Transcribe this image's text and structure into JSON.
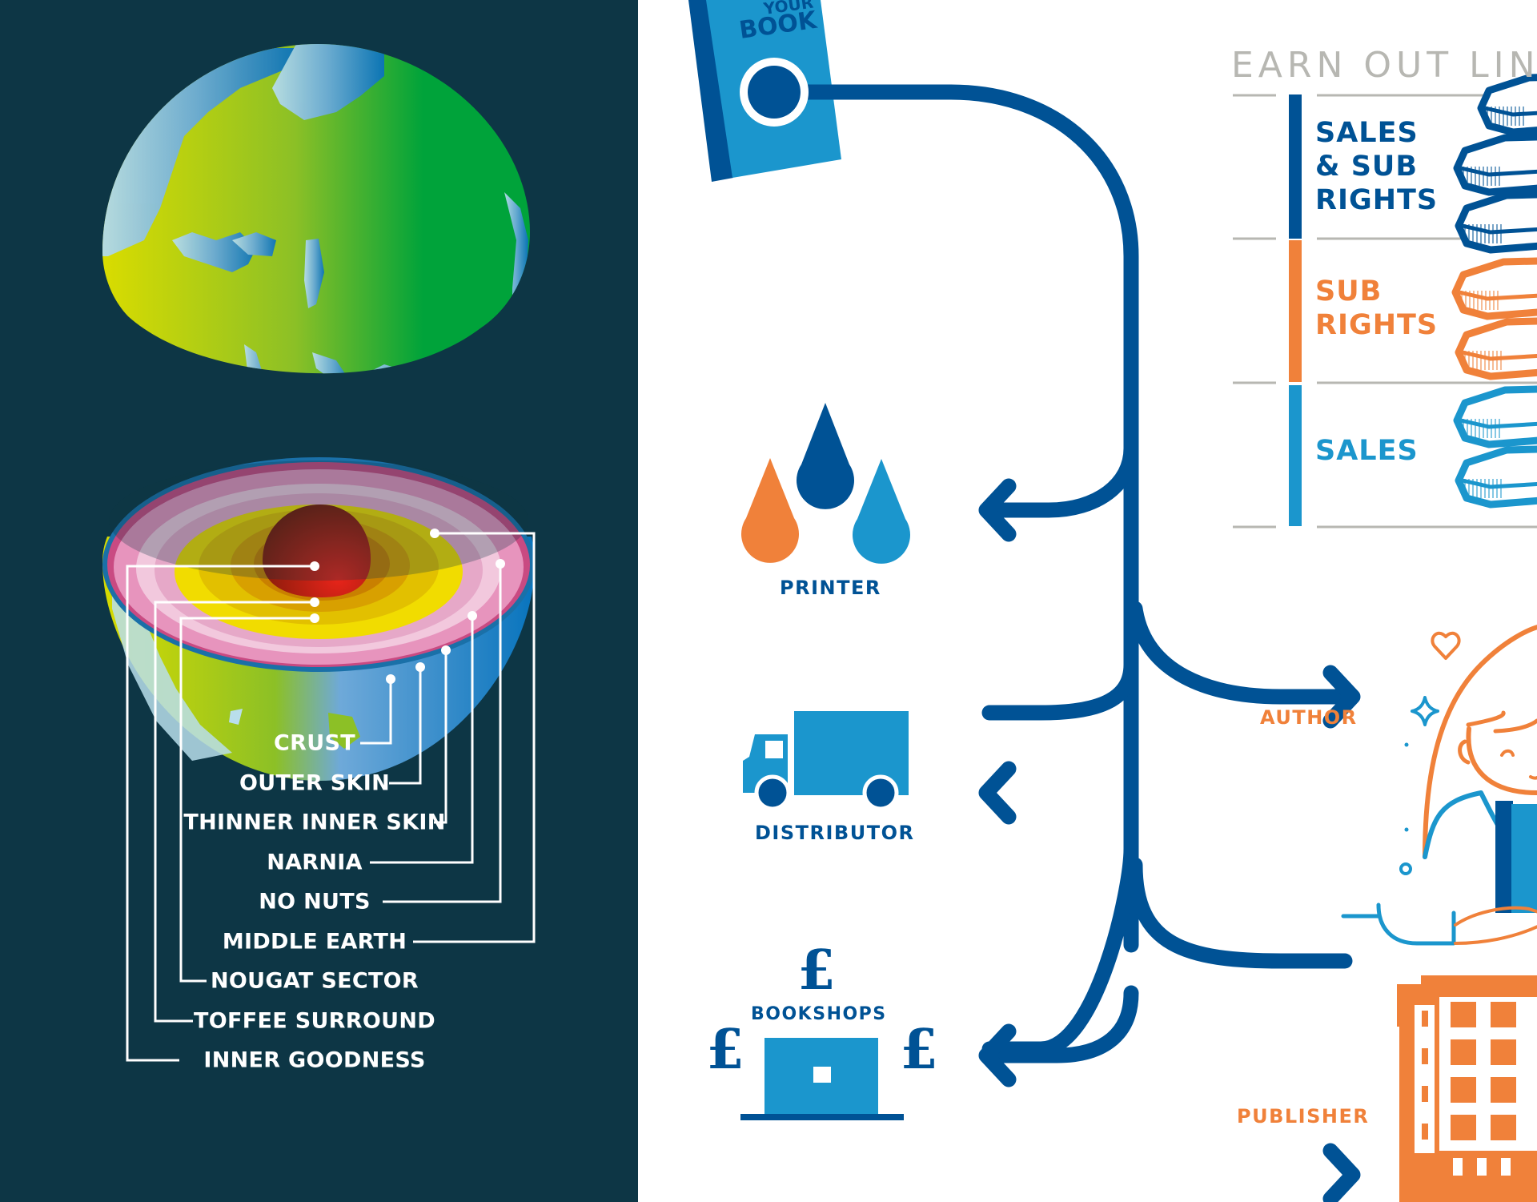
{
  "colors": {
    "panel_bg": "#0d3645",
    "navy": "#005295",
    "sky": "#1b96cd",
    "orange": "#f0813a",
    "grey": "#b7b7b2",
    "white": "#ffffff"
  },
  "earth_diagram": {
    "layers": [
      {
        "label": "CRUST",
        "icon": "crust-layer"
      },
      {
        "label": "OUTER SKIN",
        "icon": "outer-skin-layer"
      },
      {
        "label": "THINNER INNER SKIN",
        "icon": "thinner-inner-skin-layer"
      },
      {
        "label": "NARNIA",
        "icon": "narnia-layer"
      },
      {
        "label": "NO NUTS",
        "icon": "no-nuts-layer"
      },
      {
        "label": "MIDDLE EARTH",
        "icon": "middle-earth-layer"
      },
      {
        "label": "NOUGAT SECTOR",
        "icon": "nougat-sector-layer"
      },
      {
        "label": "TOFFEE SURROUND",
        "icon": "toffee-surround-layer"
      },
      {
        "label": "INNER GOODNESS",
        "icon": "inner-goodness-layer"
      }
    ]
  },
  "book": {
    "line1": "YOUR",
    "line2": "BOOK"
  },
  "flow": {
    "printer": {
      "label": "PRINTER",
      "icon": "ink-drops-icon"
    },
    "distributor": {
      "label": "DISTRIBUTOR",
      "icon": "truck-icon"
    },
    "bookshops": {
      "label": "BOOKSHOPS",
      "icon": "laptop-pound-icon"
    },
    "author": {
      "label": "AUTHOR",
      "icon": "author-illustration"
    },
    "publisher": {
      "label": "PUBLISHER",
      "icon": "building-icon"
    }
  },
  "earn_out": {
    "title": "EARN OUT LINE",
    "segments": [
      {
        "lines": [
          "SALES",
          "& SUB",
          "RIGHTS"
        ],
        "color": "#005295"
      },
      {
        "lines": [
          "SUB",
          "RIGHTS"
        ],
        "color": "#f0813a"
      },
      {
        "lines": [
          "SALES"
        ],
        "color": "#1b96cd"
      }
    ]
  },
  "currency_symbol": "£"
}
